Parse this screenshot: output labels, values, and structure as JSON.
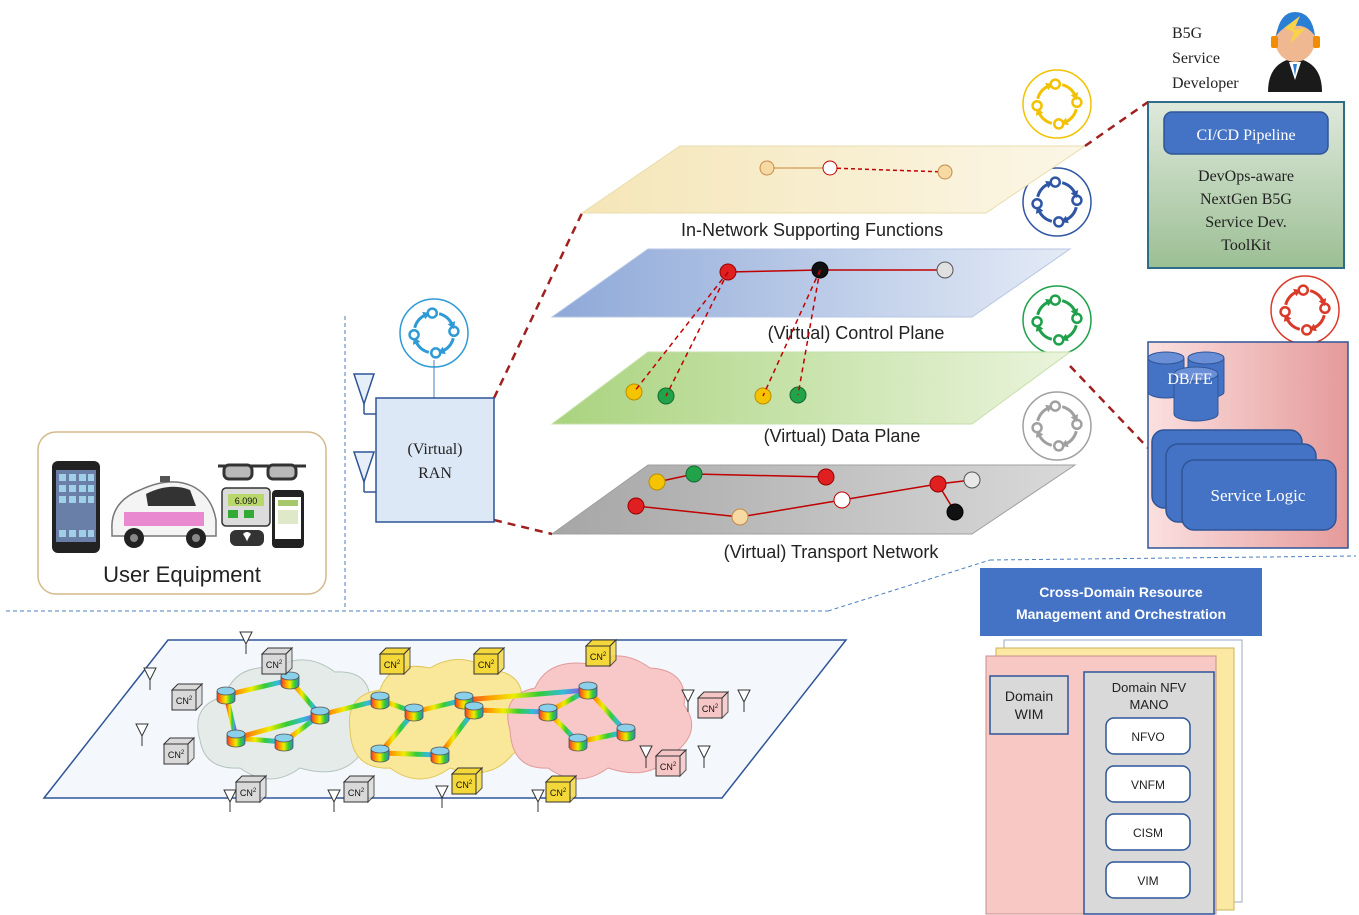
{
  "developer": {
    "label_line1": "B5G",
    "label_line2": "Service",
    "label_line3": "Developer"
  },
  "toolkit": {
    "pipeline_label": "CI/CD Pipeline",
    "line1": "DevOps-aware",
    "line2": "NextGen B5G",
    "line3": "Service Dev.",
    "line4": "ToolKit"
  },
  "planes": {
    "supporting": "In-Network Supporting Functions",
    "control": "(Virtual) Control Plane",
    "data": "(Virtual) Data Plane",
    "transport": "(Virtual) Transport Network"
  },
  "ran": {
    "line1": "(Virtual)",
    "line2": "RAN"
  },
  "user_equipment": {
    "label": "User Equipment",
    "screen_value": "6.090"
  },
  "service_host": {
    "db_label": "DB/FE",
    "logic_label": "Service Logic"
  },
  "orchestration": {
    "title_line1": "Cross-Domain Resource",
    "title_line2": "Management and Orchestration",
    "wim_line1": "Domain",
    "wim_line2": "WIM",
    "mano_line1": "Domain NFV",
    "mano_line2": "MANO",
    "components": [
      "NFVO",
      "VNFM",
      "CISM",
      "VIM"
    ]
  },
  "cn_nodes": {
    "label_base": "CN",
    "label_sup": "2"
  },
  "colors": {
    "supporting_plane": "#f6ecc8",
    "control_plane": "#a9bde2",
    "data_plane": "#c9e4a8",
    "transport_plane": "#bfbfbf",
    "link_red": "#c00000",
    "toolkit_bg": "#b8d2b0",
    "pipeline_blue": "#4472c4",
    "orch_title": "#4472c4",
    "service_pink": "#f2b8b8",
    "cloud_gray": "#e8ecea",
    "cloud_yellow": "#f9e79a",
    "cloud_pink": "#f8c8c8",
    "cn_yellow": "#f4d83a",
    "cn_gray": "#d9d9d9",
    "cn_pink": "#f6c6c6"
  },
  "cycle_icon_colors": [
    "#f2c200",
    "#2f55a4",
    "#1fa04a",
    "#a0a0a0",
    "#d93a2a",
    "#2e9ad6"
  ]
}
